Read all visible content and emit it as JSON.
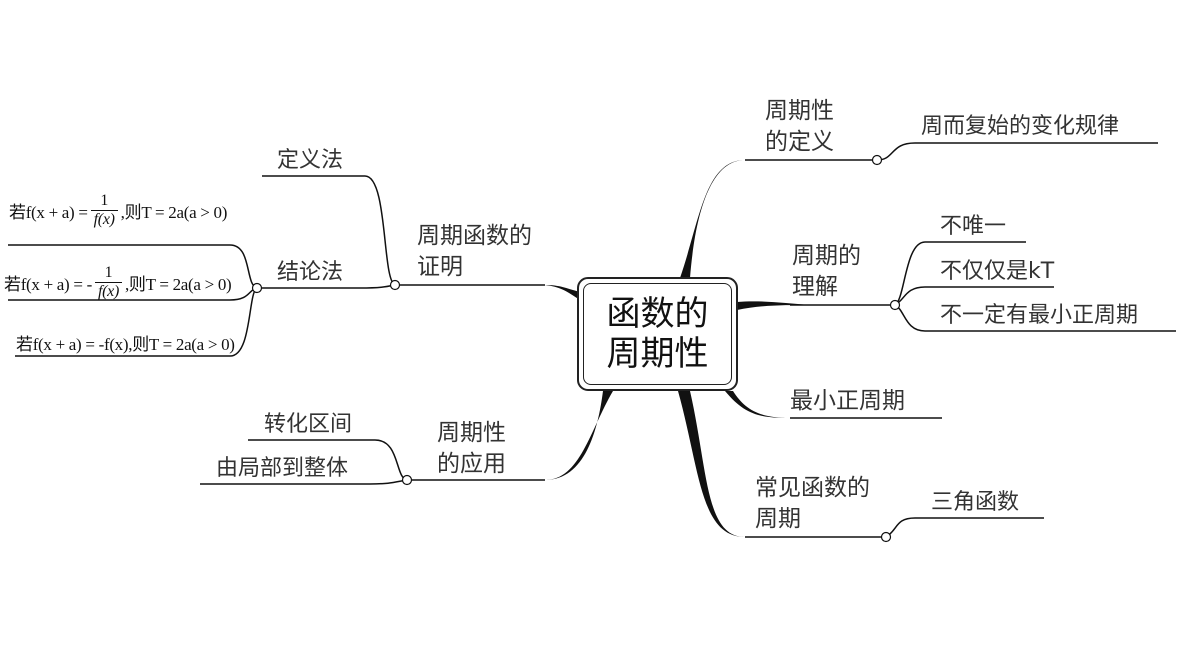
{
  "central": {
    "title": "函数的周期性"
  },
  "branches": {
    "definition": {
      "label": "周期性的定义",
      "children": [
        "周而复始的变化规律"
      ]
    },
    "understanding": {
      "label": "周期的理解",
      "children": [
        "不唯一",
        "不仅仅是kT",
        "不一定有最小正周期"
      ]
    },
    "min_period": {
      "label": "最小正周期"
    },
    "common": {
      "label": "常见函数的周期",
      "children": [
        "三角函数"
      ]
    },
    "proof": {
      "label": "周期函数的证明",
      "children": [
        "定义法",
        "结论法"
      ]
    },
    "formulas": [
      {
        "pre": "若f(x + a) = ",
        "num": "1",
        "den": "f(x)",
        "post": ",则T = 2a(a > 0)"
      },
      {
        "pre": "若f(x + a) = -",
        "num": "1",
        "den": "f(x)",
        "post": ",则T = 2a(a > 0)"
      },
      {
        "pre": "若f(x + a) = -f(x),则T = 2a(a > 0)",
        "num": "",
        "den": "",
        "post": ""
      }
    ],
    "application": {
      "label": "周期性的应用",
      "children": [
        "转化区间",
        "由局部到整体"
      ]
    }
  }
}
